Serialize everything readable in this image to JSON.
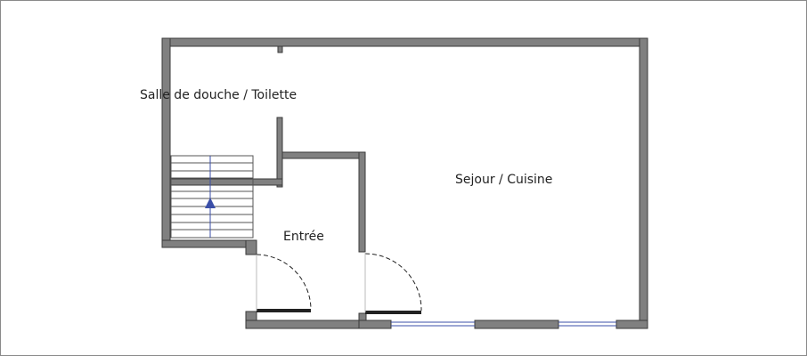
{
  "rooms": {
    "bathroom": "Salle de douche / Toilette",
    "living": "Sejour / Cuisine",
    "entrance": "Entrée"
  },
  "colors": {
    "wall_fill": "#808080",
    "wall_stroke": "#3a3a3a",
    "stair_line": "#555555",
    "arrow": "#3b4fa8",
    "window": "#3b4fa8",
    "door": "#222222",
    "frame": "#8a8a8a"
  }
}
